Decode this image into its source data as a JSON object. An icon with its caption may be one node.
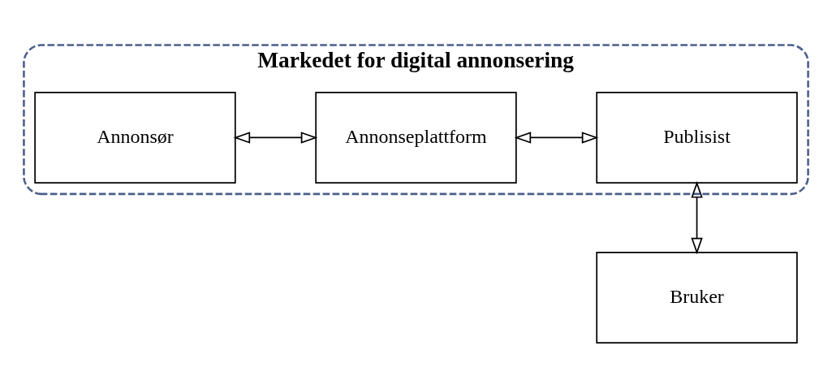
{
  "diagram": {
    "nodes": [
      {
        "text": [
          "Markedet for digital annonsering"
        ]
      },
      {
        "text": [
          "Annonsør"
        ],
        "in": 0
      },
      {
        "text": [
          "Annonseplattform"
        ],
        "in": 0
      },
      {
        "text": [
          "Publisist"
        ],
        "in": 0
      },
      {
        "text": [
          "Bruker"
        ]
      }
    ],
    "edges": [
      {
        "from": 1,
        "to": 2,
        "arrow": "both"
      },
      {
        "from": 2,
        "to": 3,
        "arrow": "both"
      },
      {
        "from": 3,
        "to": 4,
        "arrow": "both"
      }
    ]
  }
}
